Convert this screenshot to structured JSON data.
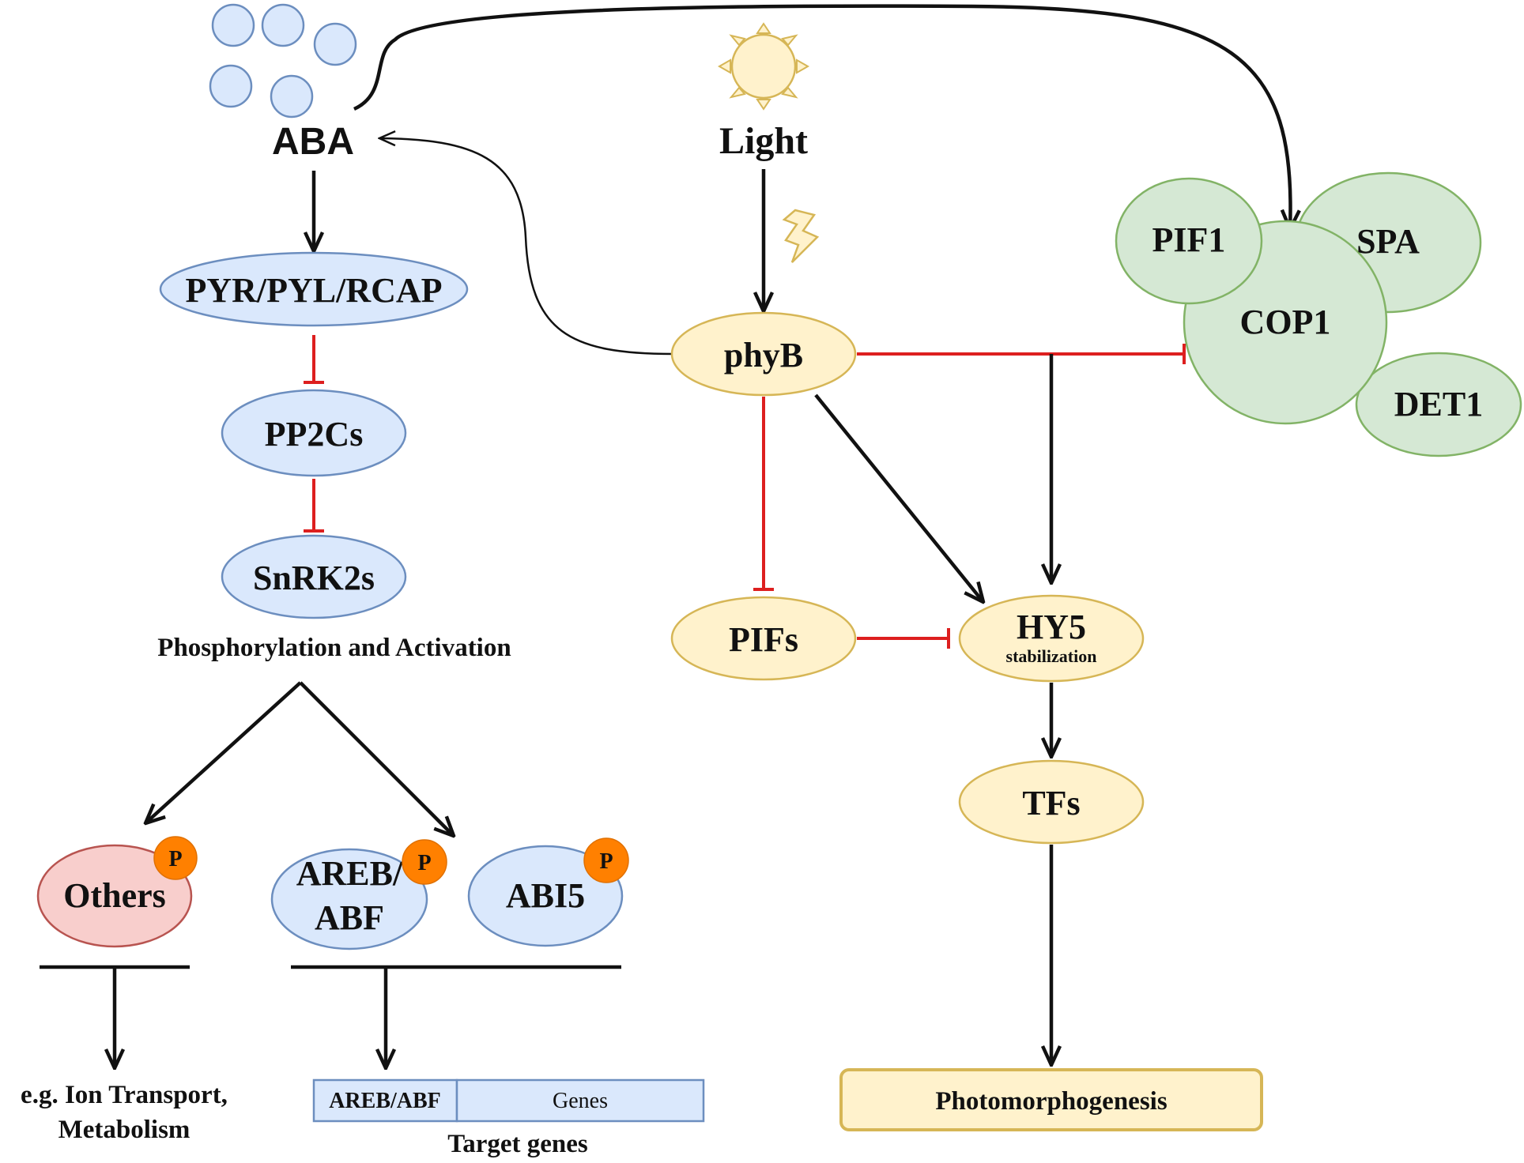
{
  "aba": {
    "label": "ABA",
    "receptor": "PYR/PYL/RCAP",
    "phosphatase": "PP2Cs",
    "kinase": "SnRK2s",
    "step_note": "Phosphorylation and Activation"
  },
  "targets": {
    "others": "Others",
    "areb_line1": "AREB/",
    "areb_line2": "ABF",
    "abi5": "ABI5",
    "phospho_badge": "P",
    "others_output_line1": "e.g. Ion Transport,",
    "others_output_line2": "Metabolism",
    "gene_promoter": "AREB/ABF",
    "gene_body": "Genes",
    "gene_caption": "Target genes"
  },
  "light": {
    "label": "Light",
    "photoreceptor": "phyB",
    "pifs": "PIFs",
    "hy5": "HY5",
    "hy5_sub": "stabilization",
    "tfs": "TFs",
    "output": "Photomorphogenesis"
  },
  "complex": {
    "pif1": "PIF1",
    "spa": "SPA",
    "cop1": "COP1",
    "det1": "DET1"
  },
  "colors": {
    "activation": "#111111",
    "inhibition": "#dd1f1f",
    "aba_pathway": "#dae8fc",
    "light_pathway": "#fff2cc",
    "cop1_complex": "#d5e8d4",
    "others_node": "#f8cecc",
    "phospho_badge": "#ff8000"
  }
}
